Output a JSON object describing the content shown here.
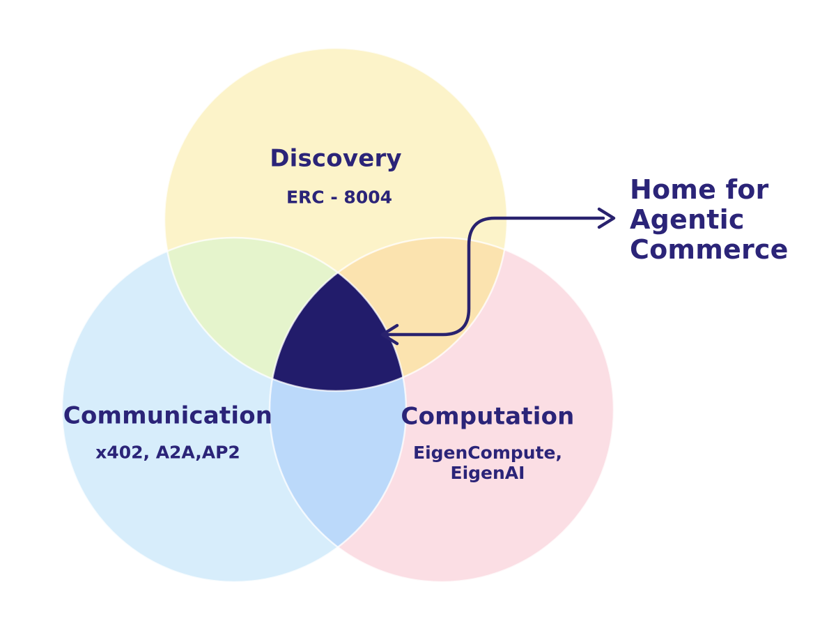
{
  "diagram": {
    "type": "venn-3",
    "background": "#ffffff",
    "circles": [
      {
        "id": "discovery",
        "label": "Discovery",
        "sublabel": "ERC - 8004",
        "color": "#FCF3C9",
        "position": "top"
      },
      {
        "id": "communication",
        "label": "Communication",
        "sublabel": "x402, A2A,AP2",
        "color": "#D7EDFB",
        "position": "bottom-left"
      },
      {
        "id": "computation",
        "label": "Computation",
        "sublabel": "EigenCompute,\nEigenAI",
        "color": "#FBDEE4",
        "position": "bottom-right"
      }
    ],
    "overlaps": {
      "discovery_communication": "#E5F4CC",
      "discovery_computation": "#FBE3AF",
      "communication_computation": "#BBD9FA",
      "center_triple": "#221C6B"
    },
    "callout": {
      "text": "Home for\nAgentic\nCommerce",
      "arrow_double_headed": true,
      "arrow_points_to": "center_triple"
    },
    "colors": {
      "text": "#2B2478",
      "arrow": "#29226E",
      "region_stroke": "#FFFFFF"
    }
  }
}
